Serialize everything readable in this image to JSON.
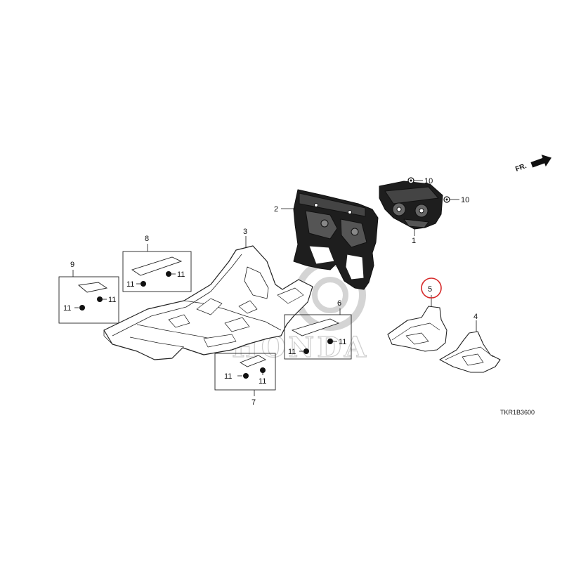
{
  "diagram": {
    "watermark": "HONDA",
    "diagram_code": "TKR1B3600",
    "front_marker": "FR.",
    "highlight_color": "#d62828",
    "highlighted_part": "5",
    "callouts": {
      "p1": "1",
      "p2": "2",
      "p3": "3",
      "p4": "4",
      "p5": "5",
      "p6": "6",
      "p7": "7",
      "p8": "8",
      "p9": "9",
      "p10a": "10",
      "p10b": "10",
      "p11_9a": "11",
      "p11_9b": "11",
      "p11_8a": "11",
      "p11_8b": "11",
      "p11_7a": "11",
      "p11_7b": "11",
      "p11_6a": "11",
      "p11_6b": "11"
    }
  }
}
